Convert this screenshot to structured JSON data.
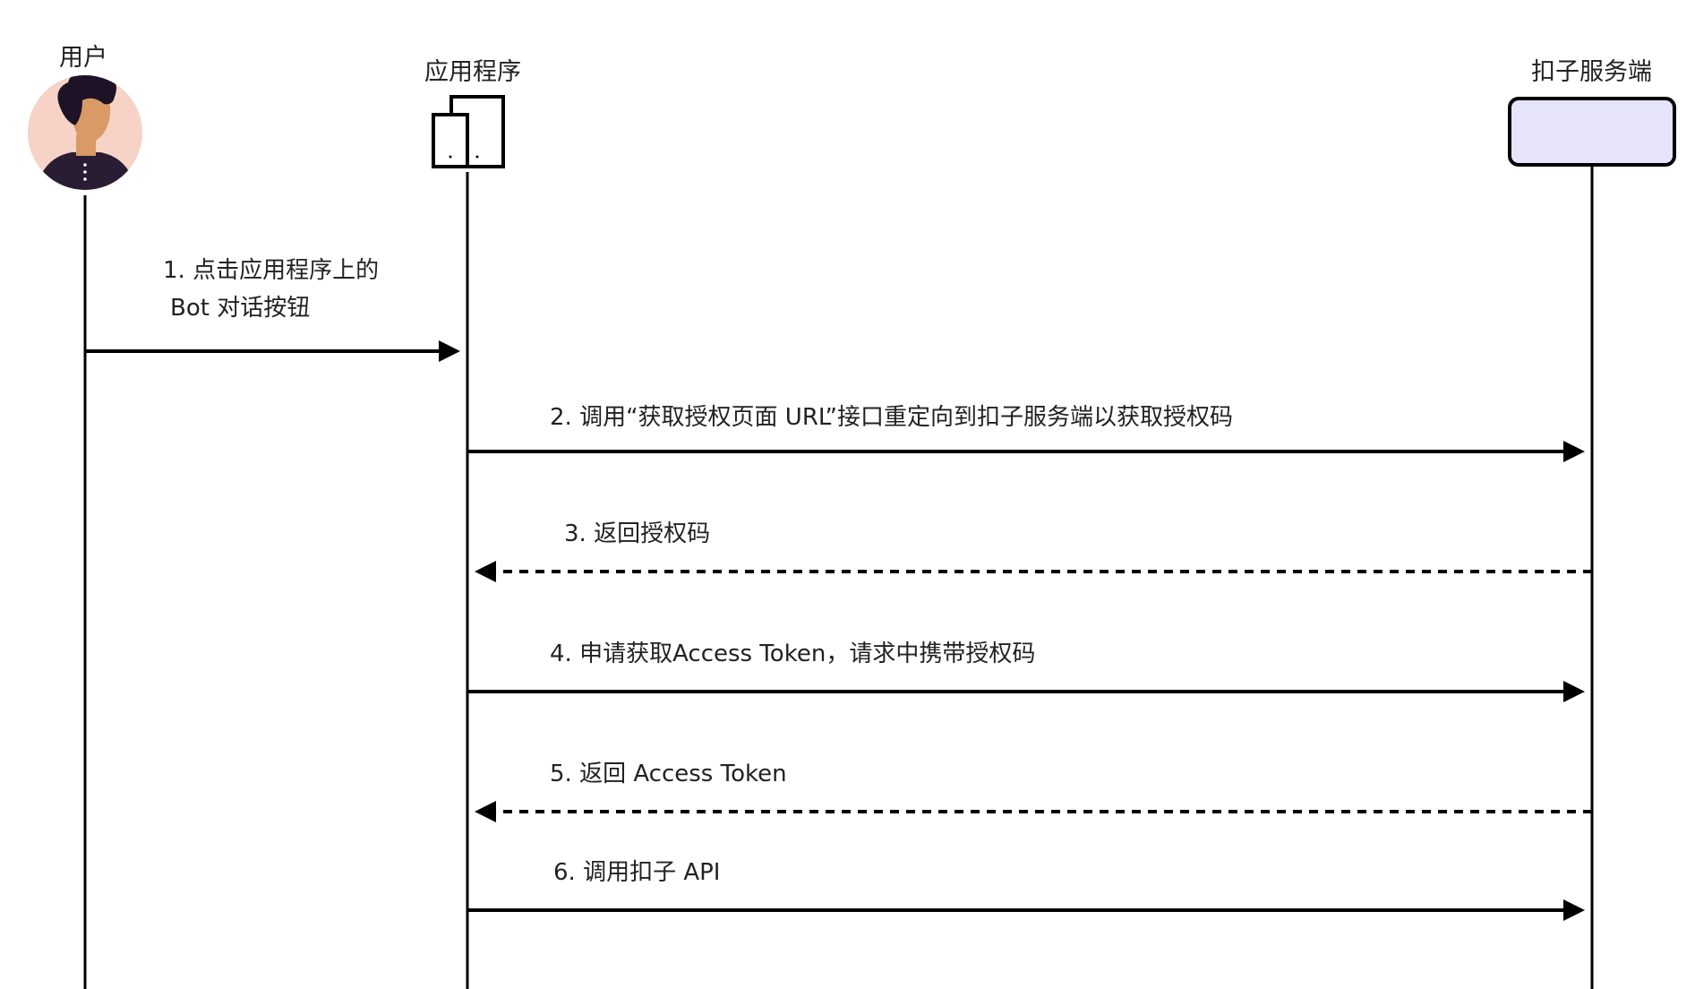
{
  "participants": [
    {
      "id": "user",
      "label": "用户",
      "icon": "user-avatar-icon"
    },
    {
      "id": "app",
      "label": "应用程序",
      "icon": "devices-icon"
    },
    {
      "id": "server",
      "label": "扣子服务端",
      "icon": "server-box"
    }
  ],
  "messages": [
    {
      "text": "1. 点击应用程序上的",
      "text2": "Bot 对话按钮",
      "from": "user",
      "to": "app",
      "style": "solid"
    },
    {
      "text": "2. 调用“获取授权页面 URL”接口重定向到扣子服务端以获取授权码",
      "from": "app",
      "to": "server",
      "style": "solid"
    },
    {
      "text": "3. 返回授权码",
      "from": "server",
      "to": "app",
      "style": "dashed"
    },
    {
      "text": "4. 申请获取Access Token，请求中携带授权码",
      "from": "app",
      "to": "server",
      "style": "solid"
    },
    {
      "text": "5. 返回 Access Token",
      "from": "server",
      "to": "app",
      "style": "dashed"
    },
    {
      "text": "6. 调用扣子 API",
      "from": "app",
      "to": "server",
      "style": "solid"
    }
  ],
  "colors": {
    "line": "#000000",
    "server_box_fill": "#e6e4fb",
    "avatar_bg": "#f6d3c6",
    "skin": "#d99a66",
    "hair": "#1e1326",
    "shirt": "#2a1d33"
  }
}
